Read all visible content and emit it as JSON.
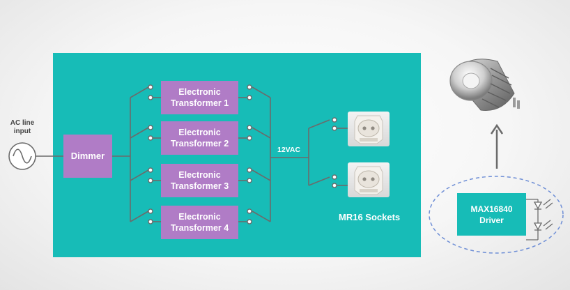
{
  "ac_input": {
    "label_line1": "AC line",
    "label_line2": "input"
  },
  "dimmer": {
    "label": "Dimmer"
  },
  "transformers": [
    {
      "line1": "Electronic",
      "line2": "Transformer 1"
    },
    {
      "line1": "Electronic",
      "line2": "Transformer 2"
    },
    {
      "line1": "Electronic",
      "line2": "Transformer 3"
    },
    {
      "line1": "Electronic",
      "line2": "Transformer 4"
    }
  ],
  "output": {
    "voltage_label": "12VAC"
  },
  "sockets": {
    "label": "MR16 Sockets"
  },
  "driver": {
    "line1": "MAX16840",
    "line2": "Driver"
  },
  "colors": {
    "panel": "#17bcb7",
    "block": "#b07cc6",
    "wire": "#6b6b6b",
    "dashed_outline": "#6f8fd6"
  }
}
